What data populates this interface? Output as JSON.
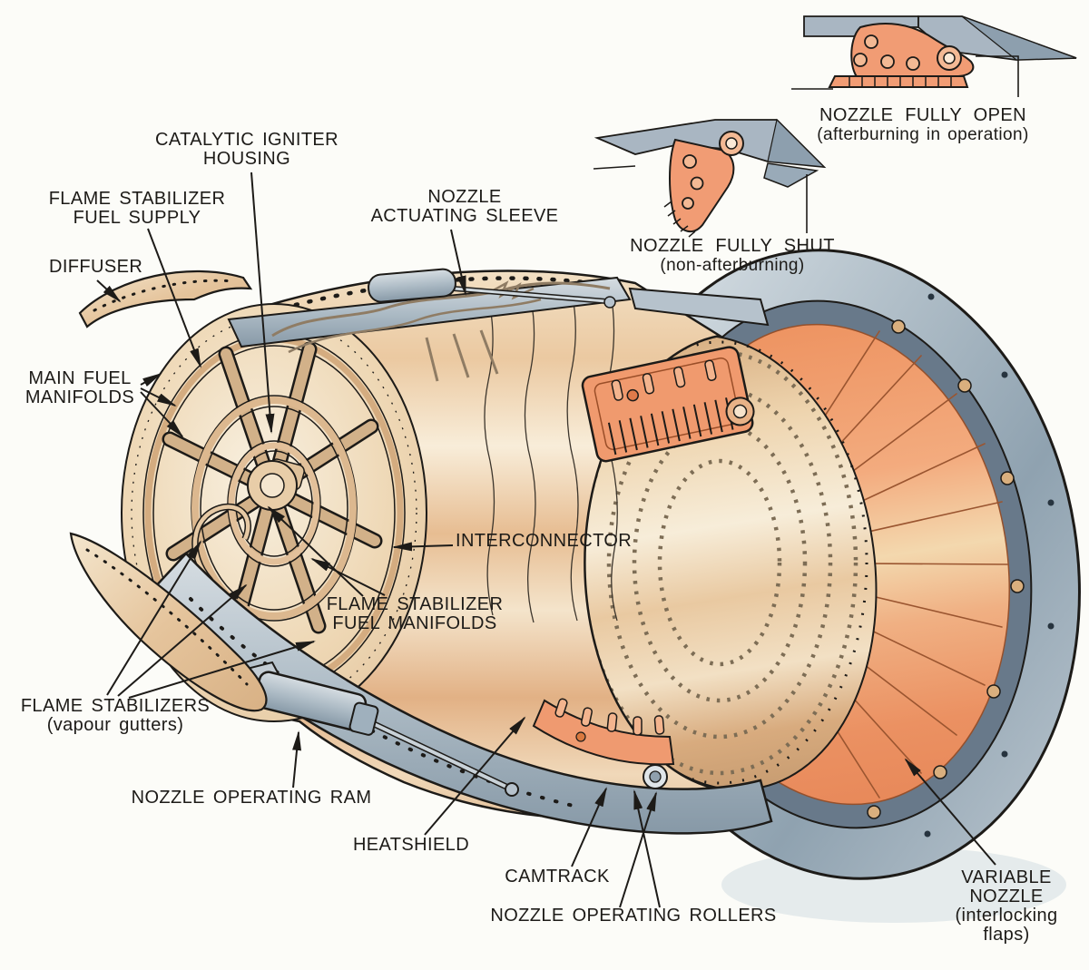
{
  "figure": {
    "subject": "Afterburning jet pipe with variable nozzle - cutaway diagram",
    "background_color": "#fcfcf8",
    "ink_color": "#1d1b18",
    "accent_colors": {
      "steel_blue_gray": "#aab8c4",
      "salmon_mechanism": "#f09a6e",
      "nozzle_flap_orange": "#ee9765",
      "body_tan": "#e9cda9",
      "chain_gold": "#cfa87e"
    }
  },
  "labels": {
    "catalytic_igniter_housing": {
      "lines": [
        "CATALYTIC IGNITER",
        "HOUSING"
      ]
    },
    "flame_stabilizer_fuel_supply": {
      "lines": [
        "FLAME STABILIZER",
        "FUEL SUPPLY"
      ]
    },
    "diffuser": {
      "lines": [
        "DIFFUSER"
      ]
    },
    "main_fuel_manifolds": {
      "lines": [
        "MAIN FUEL",
        "MANIFOLDS"
      ]
    },
    "nozzle_actuating_sleeve": {
      "lines": [
        "NOZZLE",
        "ACTUATING SLEEVE"
      ]
    },
    "interconnector": {
      "lines": [
        "INTERCONNECTOR"
      ]
    },
    "flame_stabilizer_fuel_manifolds": {
      "lines": [
        "FLAME STABILIZER",
        "FUEL MANIFOLDS"
      ]
    },
    "flame_stabilizers": {
      "lines": [
        "FLAME STABILIZERS",
        "(vapour gutters)"
      ]
    },
    "nozzle_operating_ram": {
      "lines": [
        "NOZZLE OPERATING RAM"
      ]
    },
    "heatshield": {
      "lines": [
        "HEATSHIELD"
      ]
    },
    "camtrack": {
      "lines": [
        "CAMTRACK"
      ]
    },
    "nozzle_operating_rollers": {
      "lines": [
        "NOZZLE OPERATING ROLLERS"
      ]
    },
    "variable_nozzle": {
      "lines": [
        "VARIABLE",
        "NOZZLE",
        "(interlocking",
        "flaps)"
      ]
    }
  },
  "insets": {
    "nozzle_fully_open": {
      "title": "NOZZLE FULLY OPEN",
      "subtitle": "(afterburning in operation)"
    },
    "nozzle_fully_shut": {
      "title": "NOZZLE FULLY SHUT",
      "subtitle": "(non-afterburning)"
    }
  }
}
